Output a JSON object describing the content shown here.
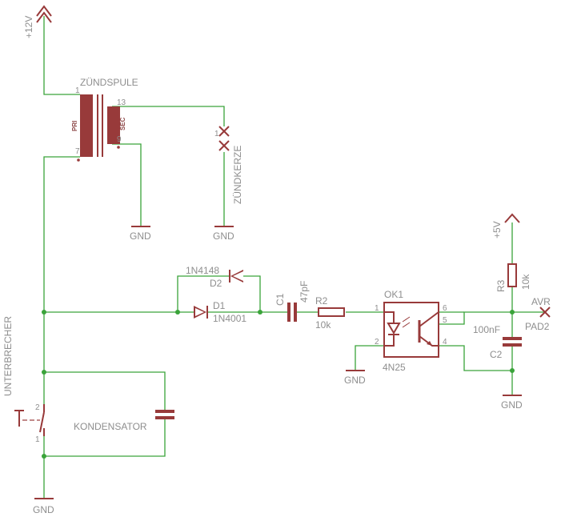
{
  "labels": {
    "supply_12v": "+12V",
    "supply_5v": "+5V",
    "coil": "ZÜNDSPULE",
    "coil_pri": "PRI",
    "coil_sec": "SEC",
    "coil_pin1": "1",
    "coil_pin7": "7",
    "coil_pin13": "13",
    "coil_pin9": "9",
    "spark_plug": "ZÜNDKERZE",
    "spark_pin": "1",
    "gnd": "GND",
    "breaker": "UNTERBRECHER",
    "breaker_pin2": "2",
    "breaker_pin1": "1",
    "capacitor": "KONDENSATOR",
    "d2_type": "1N4148",
    "d2": "D2",
    "d1": "D1",
    "d1_type": "1N4001",
    "c1": "C1",
    "c1_val": "47pF",
    "r2": "R2",
    "r2_val": "10k",
    "ok1": "OK1",
    "ok1_type": "4N25",
    "ok_pin1": "1",
    "ok_pin2": "2",
    "ok_pin4": "4",
    "ok_pin5": "5",
    "ok_pin6": "6",
    "r3": "R3",
    "r3_val": "10k",
    "avr": "AVR",
    "pad2": "PAD2",
    "c2_val": "100nF",
    "c2": "C2"
  },
  "colors": {
    "wire": "#3aa33a",
    "symbol": "#983a3a",
    "text": "#8e8e8e"
  }
}
